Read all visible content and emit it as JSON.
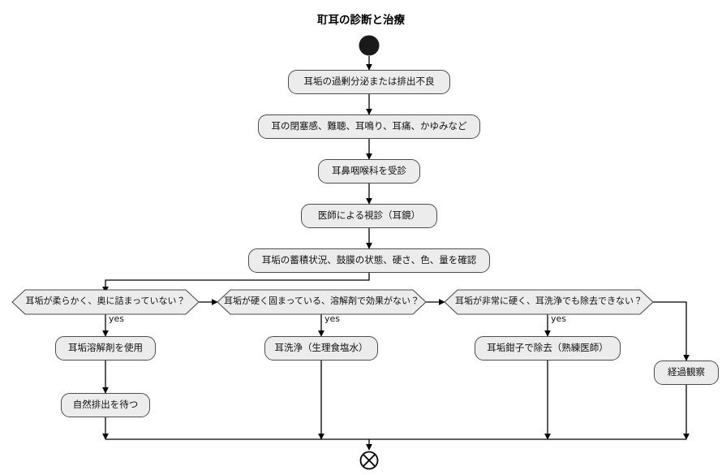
{
  "diagram": {
    "title": "耵耳の診断と治療",
    "type": "flowchart",
    "orientation": "top-down",
    "colors": {
      "node_fill": "#ececec",
      "node_stroke": "#4d4d4d",
      "edge_stroke": "#000000",
      "text": "#111111",
      "start_node": "#1a1a1a"
    },
    "start_node": {
      "name": "start-node",
      "shape": "filled-circle"
    },
    "end_node": {
      "name": "end-node",
      "shape": "circle-with-x",
      "glyph": "⊗"
    },
    "steps": [
      {
        "id": "cause",
        "label": "耳垢の過剰分泌または排出不良"
      },
      {
        "id": "symptom",
        "label": "耳の閉塞感、難聴、耳鳴り、耳痛、かゆみなど"
      },
      {
        "id": "visit",
        "label": "耳鼻咽喉科を受診"
      },
      {
        "id": "exam",
        "label": "医師による視診（耳鏡）"
      },
      {
        "id": "confirm",
        "label": "耳垢の蓄積状況、鼓膜の状態、硬さ、色、量を確認"
      }
    ],
    "decisions": [
      {
        "id": "d1",
        "label": "耳垢が柔らかく、奥に詰まっていない？",
        "yes_label": "yes"
      },
      {
        "id": "d2",
        "label": "耳垢が硬く固まっている、溶解剤で効果がない？",
        "yes_label": "yes"
      },
      {
        "id": "d3",
        "label": "耳垢が非常に硬く、耳洗浄でも除去できない？",
        "yes_label": "yes"
      }
    ],
    "treatments": [
      {
        "id": "t1",
        "label": "耳垢溶解剤を使用"
      },
      {
        "id": "t1b",
        "label": "自然排出を待つ"
      },
      {
        "id": "t2",
        "label": "耳洗浄（生理食塩水）"
      },
      {
        "id": "t3",
        "label": "耳垢鉗子で除去（熟練医師）"
      },
      {
        "id": "t4",
        "label": "経過観察"
      }
    ]
  }
}
